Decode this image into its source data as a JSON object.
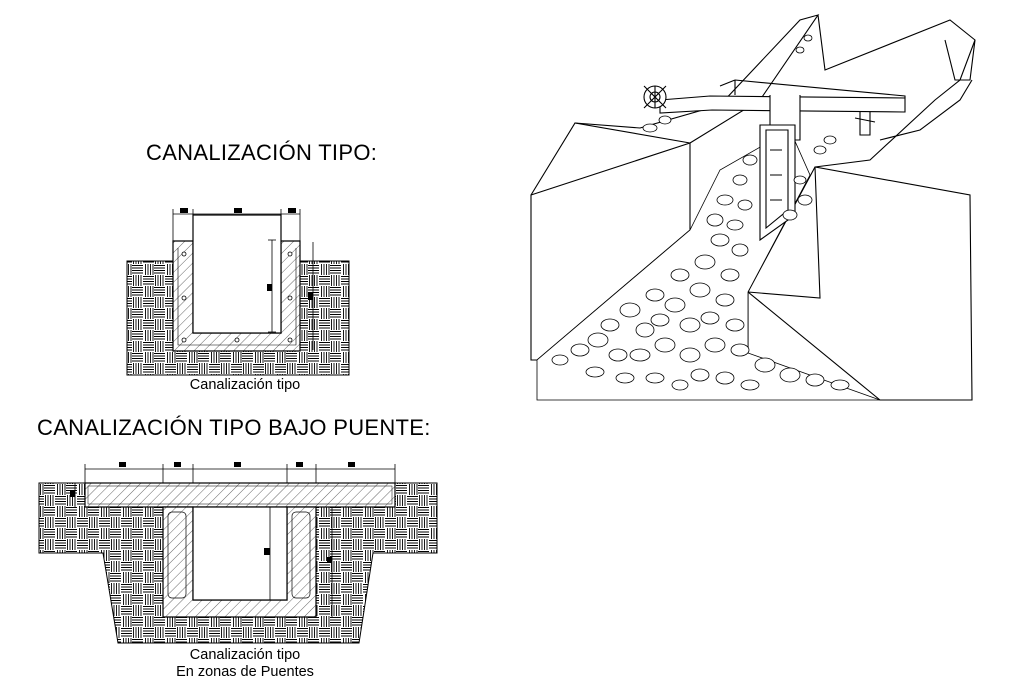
{
  "section_tipo": {
    "title": "CANALIZACIÓN TIPO:",
    "caption": "Canalización tipo"
  },
  "section_bajo_puente": {
    "title": "CANALIZACIÓN TIPO BAJO PUENTE:",
    "caption_line1": "Canalización tipo",
    "caption_line2": "En zonas de Puentes"
  },
  "colors": {
    "line": "#000000",
    "background": "#ffffff"
  }
}
